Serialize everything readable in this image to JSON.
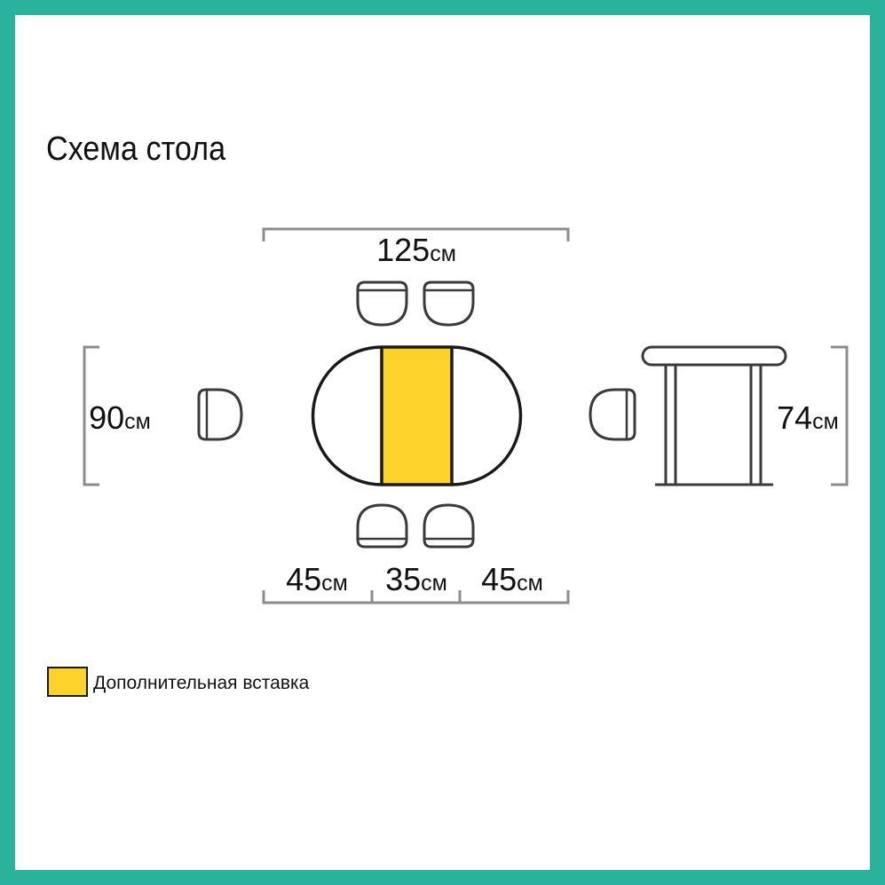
{
  "title": "Схема стола",
  "colors": {
    "frame": "#2bb29d",
    "insert": "#fdd22a",
    "outline": "#1a1a1a",
    "dimension_line": "#8c8c8c"
  },
  "dimensions": {
    "length": {
      "value": "125",
      "unit": "см"
    },
    "width": {
      "value": "90",
      "unit": "см"
    },
    "height": {
      "value": "74",
      "unit": "см"
    },
    "left_section": {
      "value": "45",
      "unit": "см"
    },
    "insert_section": {
      "value": "35",
      "unit": "см"
    },
    "right_section": {
      "value": "45",
      "unit": "см"
    }
  },
  "legend": {
    "insert_label": "Дополнительная вставка"
  }
}
